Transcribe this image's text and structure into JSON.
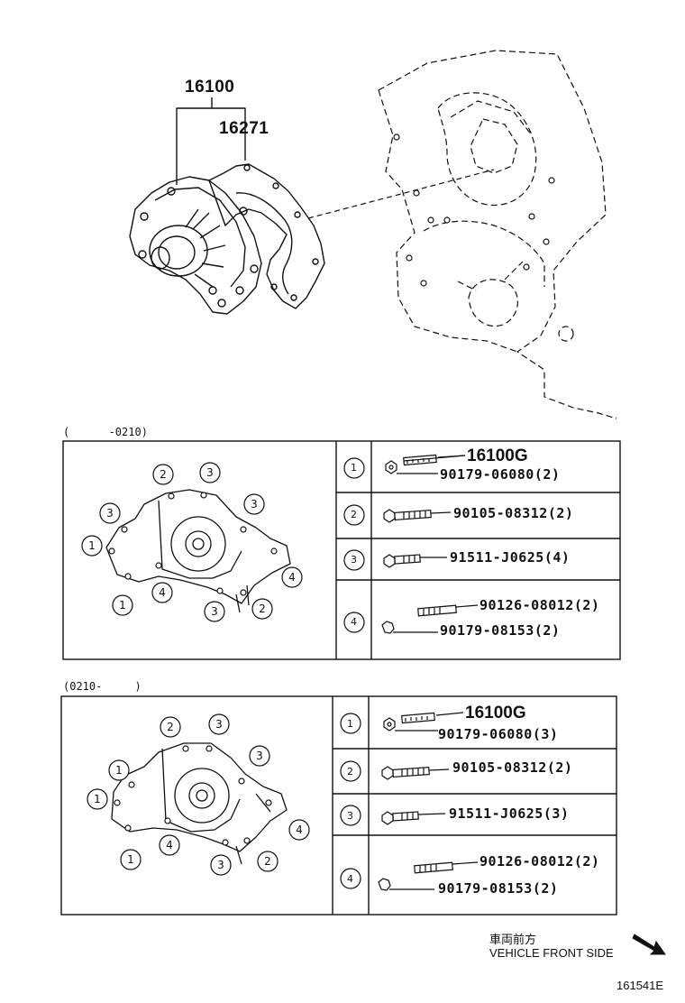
{
  "main_assembly": {
    "part_16100": "16100",
    "part_16271": "16271"
  },
  "sections": [
    {
      "range_label": "(      -0210)",
      "rows": [
        {
          "num": "1",
          "parts": [
            "16100G",
            "90179-06080(2)"
          ]
        },
        {
          "num": "2",
          "parts": [
            "90105-08312(2)"
          ]
        },
        {
          "num": "3",
          "parts": [
            "91511-J0625(4)"
          ]
        },
        {
          "num": "4",
          "parts": [
            "90126-08012(2)",
            "90179-08153(2)"
          ]
        }
      ]
    },
    {
      "range_label": "(0210-     )",
      "rows": [
        {
          "num": "1",
          "parts": [
            "16100G",
            "90179-06080(3)"
          ]
        },
        {
          "num": "2",
          "parts": [
            "90105-08312(2)"
          ]
        },
        {
          "num": "3",
          "parts": [
            "91511-J0625(3)"
          ]
        },
        {
          "num": "4",
          "parts": [
            "90126-08012(2)",
            "90179-08153(2)"
          ]
        }
      ]
    }
  ],
  "footer": {
    "jp_label": "車両前方",
    "en_label": "VEHICLE FRONT SIDE",
    "diagram_id": "161541E"
  }
}
